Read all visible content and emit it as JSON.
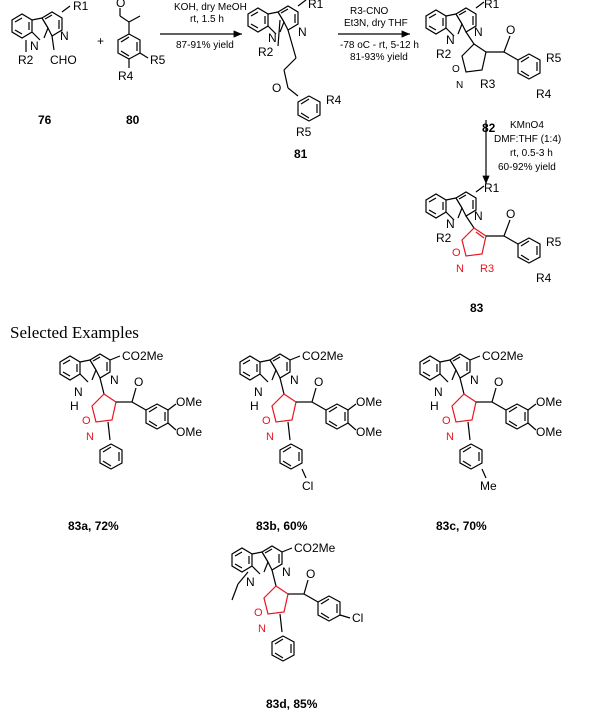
{
  "reaction1": {
    "line1": "KOH, dry MeOH",
    "line2": "rt, 1.5 h",
    "line3": "87-91% yield"
  },
  "reaction2": {
    "line1": "R3-CNO",
    "line2": "Et3N, dry THF",
    "line3": "-78 oC - rt, 5-12 h",
    "line4": "81-93% yield"
  },
  "reaction3": {
    "line1": "KMnO4",
    "line2": "DMF:THF (1:4)",
    "line3": "rt, 0.5-3 h",
    "line4": "60-92% yield"
  },
  "compounds": {
    "c76": "76",
    "c80": "80",
    "c81": "81",
    "c82": "82",
    "c83": "83"
  },
  "plus": "+",
  "section_title": "Selected Examples",
  "examples": [
    {
      "label": "83a, 72%"
    },
    {
      "label": "83b, 60%"
    },
    {
      "label": "83c, 70%"
    },
    {
      "label": "83d, 85%"
    }
  ],
  "atoms": {
    "R1": "R1",
    "R2": "R2",
    "R3": "R3",
    "R4": "R4",
    "R5": "R5",
    "N": "N",
    "H": "H",
    "O": "O",
    "CHO": "CHO",
    "CO2Me": "CO2Me",
    "OMe": "OMe",
    "Cl": "Cl",
    "Me": "Me"
  }
}
